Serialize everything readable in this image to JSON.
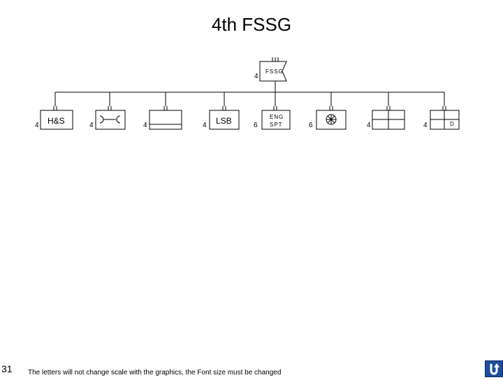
{
  "title": "4th FSSG",
  "hq": {
    "label": "FSSG",
    "echelon_count": "4"
  },
  "units": [
    {
      "count": "4",
      "label": "H&S",
      "symbol": "text"
    },
    {
      "count": "4",
      "label": "",
      "symbol": "maintenance"
    },
    {
      "count": "4",
      "label": "",
      "symbol": "supply"
    },
    {
      "count": "4",
      "label": "LSB",
      "symbol": "text"
    },
    {
      "count": "6",
      "label": "ENG SPT",
      "symbol": "engineer"
    },
    {
      "count": "6",
      "label": "",
      "symbol": "motor-transport"
    },
    {
      "count": "4",
      "label": "",
      "symbol": "medical"
    },
    {
      "count": "4",
      "label": "D",
      "symbol": "dental"
    }
  ],
  "eng_label_lines": [
    "ENG",
    "SPT"
  ],
  "page_number": "31",
  "footer_note": "The letters will not change scale with the graphics, the Font size must be changed",
  "colors": {
    "line": "#000000",
    "return_button": "#1f4e9c"
  },
  "icons": {
    "return": "u-turn-arrow-icon"
  }
}
